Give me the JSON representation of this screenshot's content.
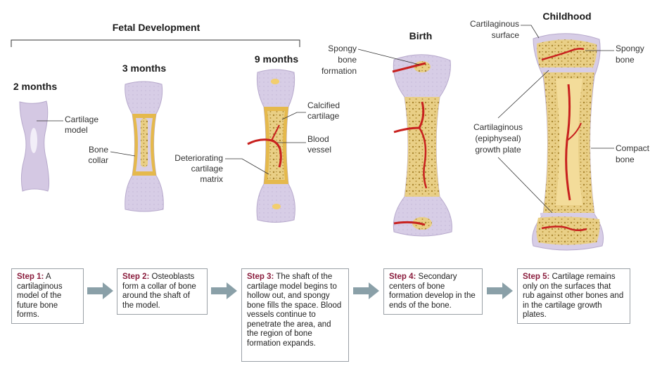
{
  "stages": {
    "fetal": "Fetal Development",
    "m2": "2 months",
    "m3": "3 months",
    "m9": "9 months",
    "birth": "Birth",
    "child": "Childhood"
  },
  "labels": {
    "cartilage_model_1": "Cartilage",
    "cartilage_model_2": "model",
    "bone_collar_1": "Bone",
    "bone_collar_2": "collar",
    "det_1": "Deteriorating",
    "det_2": "cartilage",
    "det_3": "matrix",
    "calc_1": "Calcified",
    "calc_2": "cartilage",
    "blood_1": "Blood",
    "blood_2": "vessel",
    "spongy_form_1": "Spongy",
    "spongy_form_2": "bone",
    "spongy_form_3": "formation",
    "cart_surf_1": "Cartilaginous",
    "cart_surf_2": "surface",
    "spongy_1": "Spongy",
    "spongy_2": "bone",
    "growth_1": "Cartilaginous",
    "growth_2": "(epiphyseal)",
    "growth_3": "growth plate",
    "compact_1": "Compact",
    "compact_2": "bone"
  },
  "steps": [
    {
      "label": "Step 1:",
      "text": "A cartilaginous model of the future bone forms."
    },
    {
      "label": "Step 2:",
      "text": "Osteoblasts form a collar of bone around the shaft of the model."
    },
    {
      "label": "Step 3:",
      "text": "The shaft of the cartilage model begins to hollow out, and spongy bone fills the space. Blood vessels continue to penetrate the area, and the region of bone formation expands."
    },
    {
      "label": "Step 4:",
      "text": "Secondary centers of bone formation develop in the ends of the bone."
    },
    {
      "label": "Step 5:",
      "text": "Cartilage remains only on the surfaces that rub against other bones and in the cartilage growth plates."
    }
  ],
  "colors": {
    "cartilage": "#d9cfe6",
    "bone": "#ecd28a",
    "vessel": "#c8201e",
    "step_label": "#8a1c3c",
    "arrow": "#8aa0a8"
  }
}
